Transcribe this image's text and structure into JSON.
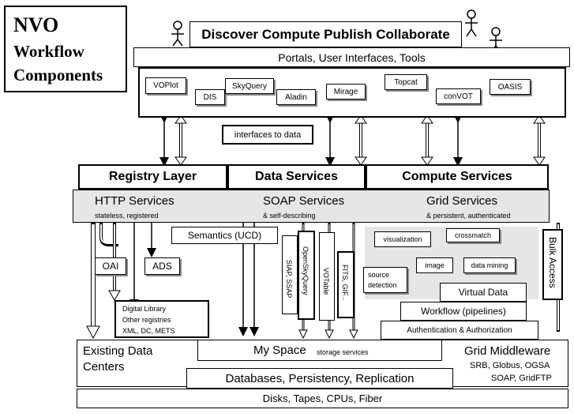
{
  "title": {
    "line1": "NVO",
    "line2": "Workflow",
    "line3": "Components"
  },
  "top": {
    "banner": "Discover Compute Publish Collaborate",
    "portals": "Portals, User Interfaces, Tools",
    "tools": [
      "VOPlot",
      "DIS",
      "SkyQuery",
      "Aladin",
      "Mirage",
      "Topcat",
      "conVOT",
      "OASIS"
    ]
  },
  "interfaces_label": "interfaces to data",
  "layers": {
    "registry": "Registry Layer",
    "data": "Data Services",
    "compute": "Compute Services"
  },
  "services": {
    "http": "HTTP Services",
    "http_sub": "stateless, registered",
    "soap": "SOAP Services",
    "soap_sub": "& self-describing",
    "grid": "Grid Services",
    "grid_sub": "& persistent, authenticated"
  },
  "semantics": "Semantics (UCD)",
  "oai": "OAI",
  "ads": "ADS",
  "library": [
    "Digital Library",
    "Other registries",
    "XML, DC, METS"
  ],
  "protocols": {
    "siap": "SIAP, SSAP",
    "osq": "OpenSkyQuery",
    "votable": "VOTable",
    "fits": "FITS, GIF..."
  },
  "compute_items": [
    "visualization",
    "crossmatch",
    "image",
    "data mining",
    "source",
    "detection"
  ],
  "stack": [
    "Virtual Data",
    "Workflow (pipelines)",
    "Authentication & Authorization"
  ],
  "bulk": "Bulk Access",
  "bottom": {
    "existing1": "Existing Data",
    "existing2": "Centers",
    "myspace": "My Space",
    "myspace_sub": "storage services",
    "grid_mw": "Grid Middleware",
    "grid_mw_1": "SRB, Globus, OGSA",
    "grid_mw_2": "SOAP, GridFTP",
    "databases": "Databases, Persistency, Replication",
    "disks": "Disks, Tapes, CPUs, Fiber"
  }
}
